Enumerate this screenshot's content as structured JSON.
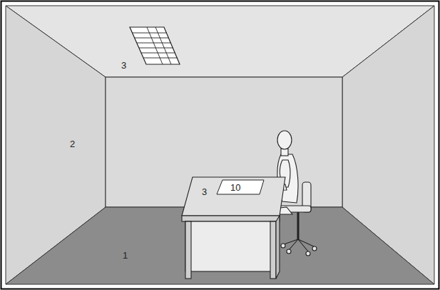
{
  "diagram": {
    "labels": [
      "3",
      "2",
      "3",
      "10",
      "1"
    ]
  }
}
